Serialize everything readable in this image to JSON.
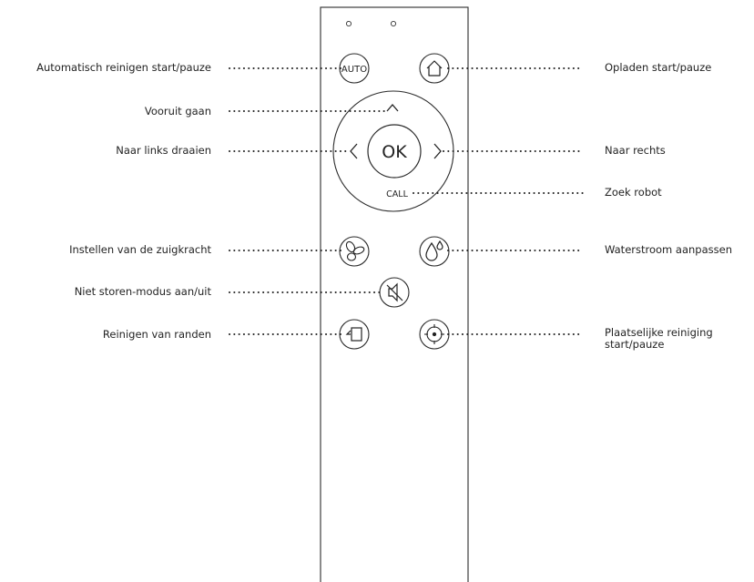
{
  "remote": {
    "auto_label": "AUTO",
    "ok_label": "OK",
    "call_label": "CALL"
  },
  "labels": {
    "auto_clean": "Automatisch reinigen start/pauze",
    "charge": "Opladen start/pauze",
    "forward": "Vooruit gaan",
    "turn_left": "Naar links draaien",
    "turn_right": "Naar rechts",
    "find_robot": "Zoek robot",
    "suction": "Instellen van de zuigkracht",
    "water_flow": "Waterstroom aanpassen",
    "do_not_disturb": "Niet storen-modus aan/uit",
    "edge_clean": "Reinigen van randen",
    "spot_clean": "Plaatselijke reiniging start/pauze"
  },
  "icons": {
    "auto_button": "auto-text-icon",
    "charge_button": "home-icon",
    "up_button": "chevron-up-icon",
    "left_button": "chevron-left-icon",
    "right_button": "chevron-right-icon",
    "suction_button": "fan-icon",
    "water_button": "water-drop-icon",
    "mute_button": "speaker-mute-icon",
    "edge_button": "edge-clean-icon",
    "spot_button": "target-icon"
  }
}
